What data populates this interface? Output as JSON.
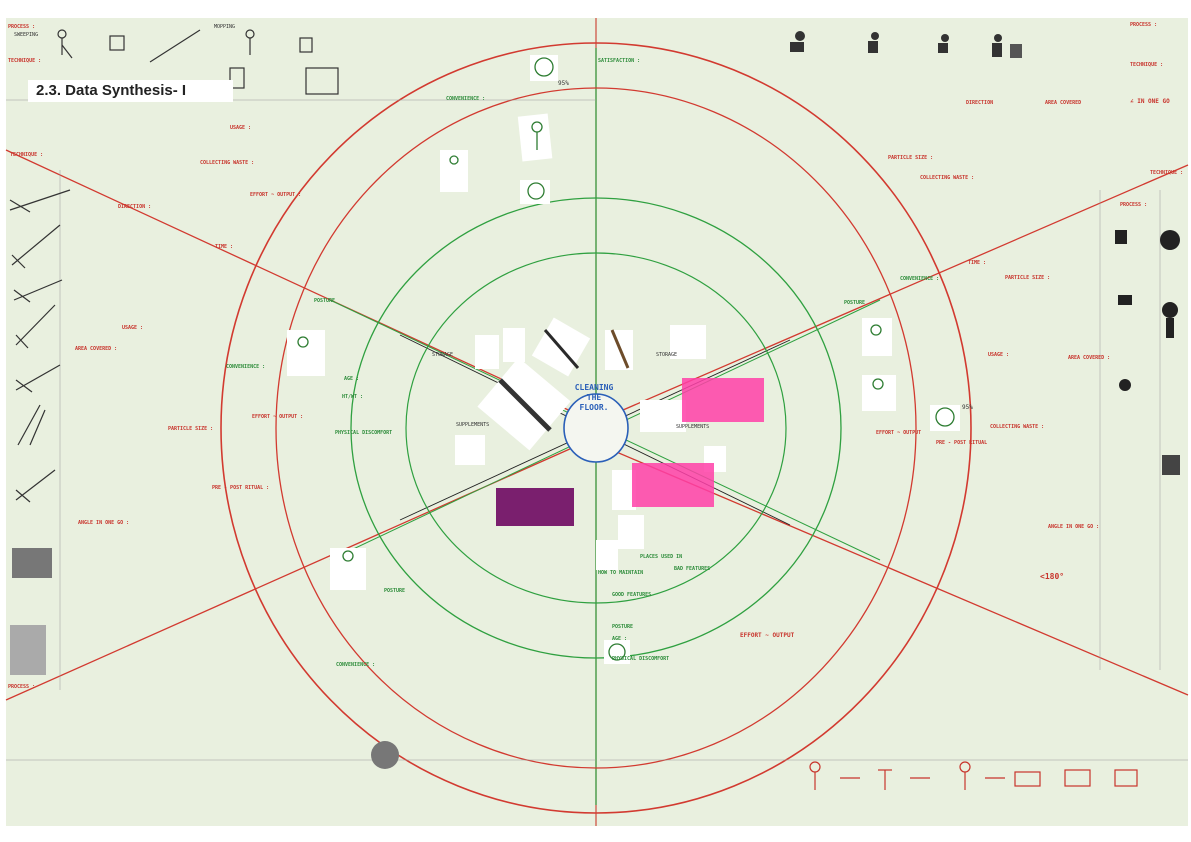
{
  "header": {
    "title": "2.3. Data Synthesis- I"
  },
  "center": {
    "label_line1": "CLEANING",
    "label_line2": "THE",
    "label_line3": "FLOOR."
  },
  "corner_labels": {
    "process_tl": "PROCESS :",
    "technique_tl": "TECHNIQUE :",
    "process_tr": "PROCESS :",
    "technique_tr": "TECHNIQUE :",
    "technique_left": "TECHNIQUE :",
    "process_bl": "PROCESS :",
    "process_right": "PROCESS :",
    "technique_right": "TECHNIQUE :",
    "angle_tr": "∠ IN ONE GO",
    "mopping": "MOPPING",
    "sweeping": "SWEEPING"
  },
  "sector_labels": {
    "satisfaction_top": "SATISFACTION :",
    "convenience_top": "CONVENIENCE :",
    "convenience_right": "CONVENIENCE :",
    "convenience_left": "CONVENIENCE :",
    "convenience_bottom": "CONVENIENCE :",
    "posture_left": "POSTURE",
    "posture_right": "POSTURE",
    "posture_bottom": "POSTURE",
    "time_left": "TIME :",
    "time_right": "TIME :",
    "usage_left": "USAGE :",
    "usage_right": "USAGE :",
    "usage_top": "USAGE :",
    "direction_left": "DIRECTION :",
    "direction_top": "DIRECTION",
    "area_covered_left": "AREA COVERED :",
    "area_covered_top": "AREA COVERED",
    "area_covered_right": "AREA COVERED :",
    "particle_size_left": "PARTICLE SIZE :",
    "particle_size_top": "PARTICLE SIZE :",
    "particle_size_right": "PARTICLE SIZE :",
    "collecting_waste_left": "COLLECTING WASTE :",
    "collecting_waste_right": "COLLECTING WASTE :",
    "collecting_waste_top": "COLLECTING WASTE :",
    "angle_left": "ANGLE IN ONE GO :",
    "angle_right": "ANGLE IN ONE GO :",
    "angle_value": "<180°",
    "effort_output_left": "EFFORT ~ OUTPUT :",
    "effort_output_right": "EFFORT ~ OUTPUT",
    "effort_output_bottom": "EFFORT ~ OUTPUT",
    "pre_post_ritual_left": "PRE - POST RITUAL :",
    "pre_post_ritual_right": "PRE - POST RITUAL",
    "physical_discomfort": "PHYSICAL DISCOMFORT",
    "age": "AGE :",
    "hw": "HT/WT :",
    "storage": "STORAGE",
    "supplements": "SUPPLEMENTS",
    "how_to_maintain": "HOW TO MAINTAIN",
    "good_features": "GOOD FEATURES",
    "bad_features": "BAD FEATURES",
    "places_used_in": "PLACES USED IN",
    "satisfaction_pct_top": "95%",
    "satisfaction_pct_right": "95%"
  },
  "colors": {
    "board": "#e9f0df",
    "red_line": "#d23a30",
    "green_line": "#2fa040",
    "blue_circle": "#2a5fb8",
    "sticky_pink": "#ff3fa8",
    "sticky_purple": "#7a1f6e"
  },
  "icons": [
    "broom-icon",
    "mop-icon",
    "dustpan-icon",
    "smiley-icon",
    "person-crouching-icon",
    "bucket-icon"
  ]
}
